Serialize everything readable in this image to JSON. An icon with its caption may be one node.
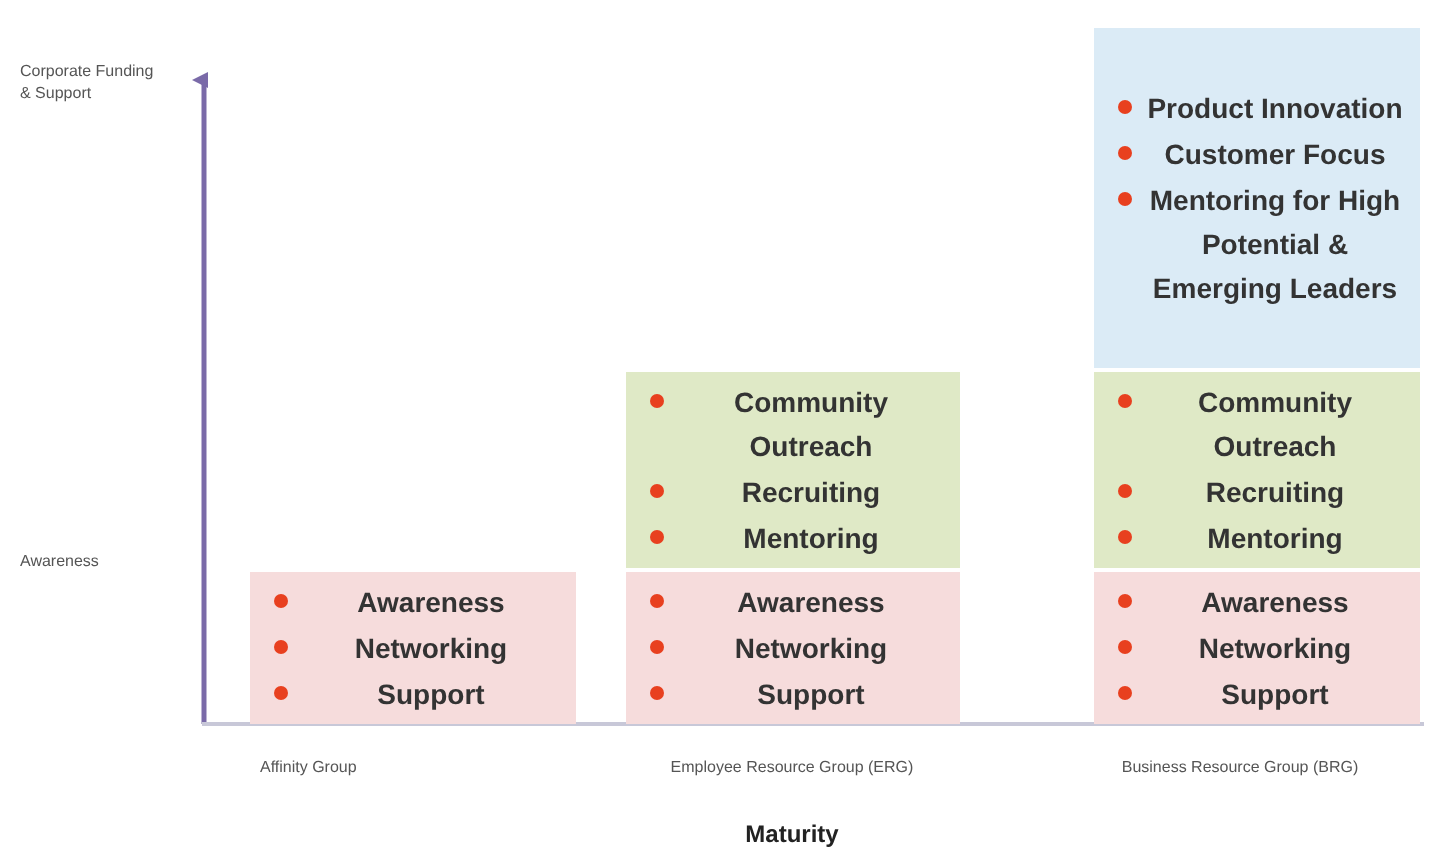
{
  "diagram": {
    "nodes": [
      {
        "text": [
          "Awareness",
          "Networking",
          "Support"
        ]
      },
      {
        "text": [
          "Awareness",
          "Networking",
          "Support"
        ]
      },
      {
        "text": [
          "Community Outreach",
          "Recruiting",
          "Mentoring"
        ]
      },
      {
        "text": [
          "Awareness",
          "Networking",
          "Support"
        ]
      },
      {
        "text": [
          "Community Outreach",
          "Recruiting",
          "Mentoring"
        ]
      },
      {
        "text": [
          "Product Innovation",
          "Customer Focus",
          "Mentoring for High Potential & Emerging Leaders"
        ]
      }
    ],
    "labels": [
      "Corporate Funding & Support",
      "Awareness",
      "Affinity Group",
      "Employee Resource Group (ERG)",
      "Business Resource Group (BRG)",
      "Maturity"
    ]
  }
}
